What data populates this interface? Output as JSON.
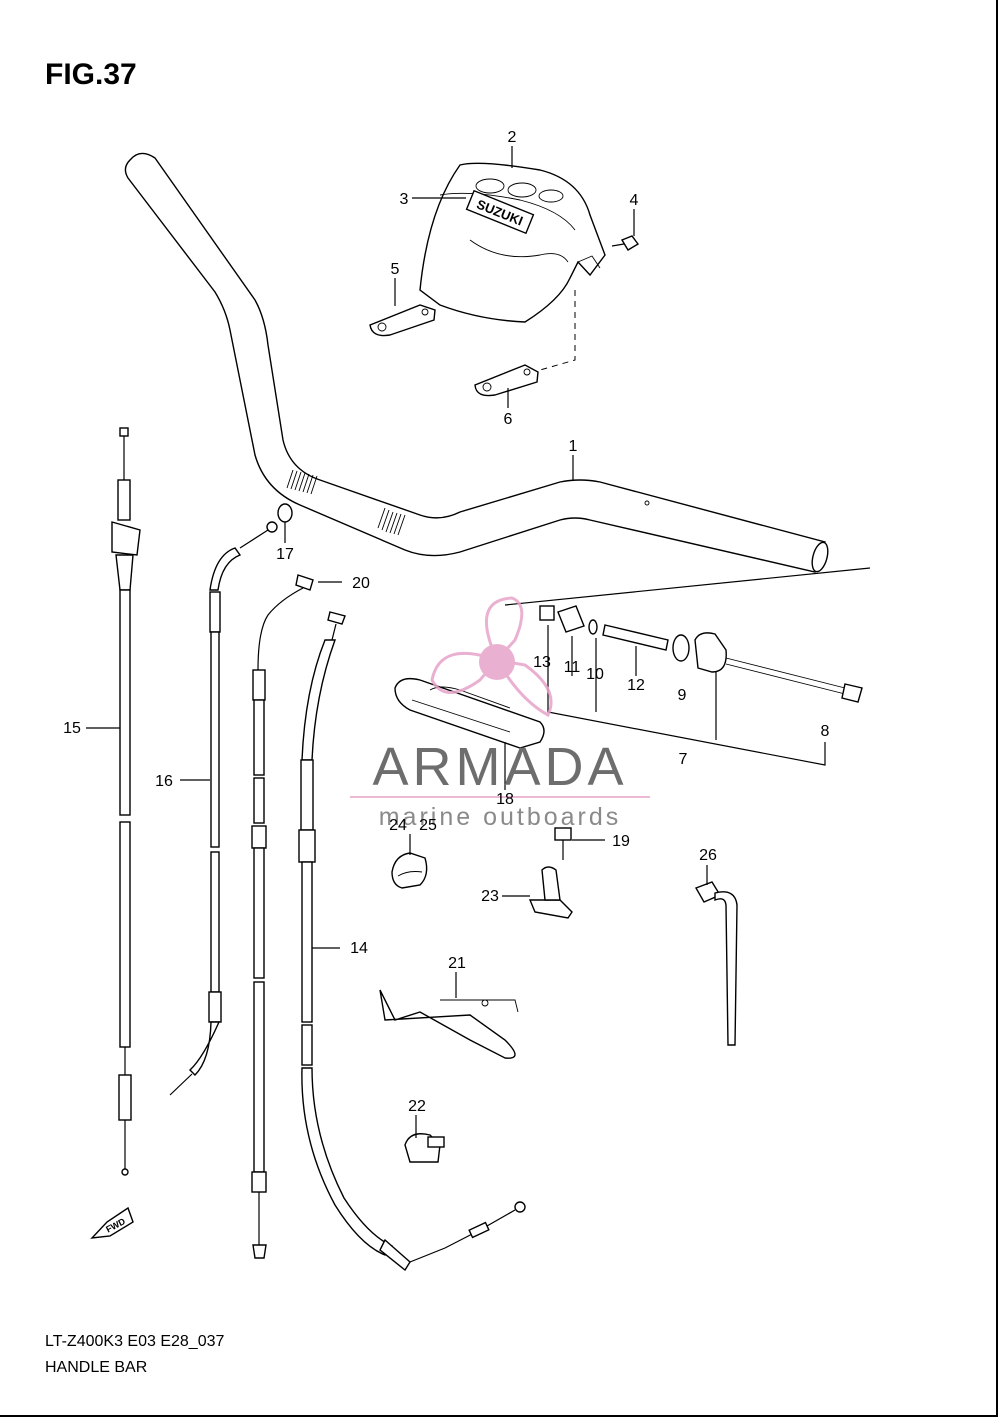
{
  "figure": {
    "title": "FIG.37",
    "model_code": "LT-Z400K3 E03 E28_037",
    "section_name": "HANDLE BAR",
    "decal_text": "SUZUKI",
    "fwd_label": "FWD"
  },
  "watermark": {
    "brand": "ARMADA",
    "tagline": "marine outboards",
    "accent_color": "#e7a3c9"
  },
  "callouts": {
    "c1": "1",
    "c2": "2",
    "c3": "3",
    "c4": "4",
    "c5": "5",
    "c6": "6",
    "c7": "7",
    "c8": "8",
    "c9": "9",
    "c10": "10",
    "c11": "11",
    "c12": "12",
    "c13": "13",
    "c14": "14",
    "c15": "15",
    "c16": "16",
    "c17": "17",
    "c18": "18",
    "c19": "19",
    "c20": "20",
    "c21": "21",
    "c22": "22",
    "c23": "23",
    "c24": "24",
    "c25": "25",
    "c26": "26"
  }
}
